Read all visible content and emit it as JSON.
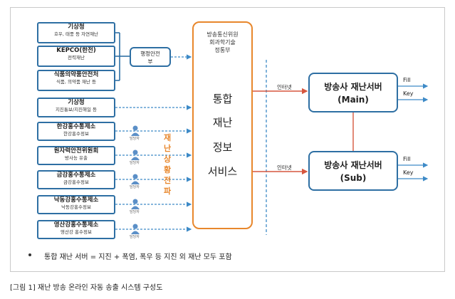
{
  "sources": [
    {
      "title": "기상청",
      "sub": "호우, 태풍 등 자연재난"
    },
    {
      "title": "KEPCO(한전)",
      "sub": "전력재난"
    },
    {
      "title": "식품의약품안전처",
      "sub": "식품, 의약품 재난 등"
    },
    {
      "title": "기상청",
      "sub": "지진통보/지진해일 등"
    },
    {
      "title": "한강홍수통제소",
      "sub": "한강홍수정보"
    },
    {
      "title": "원자력안전위원회",
      "sub": "방사능 유출"
    },
    {
      "title": "금강홍수통제소",
      "sub": "금강홍수정보"
    },
    {
      "title": "낙동강홍수통제소",
      "sub": "낙동강홍수정보"
    },
    {
      "title": "영산강홍수통제소",
      "sub": "영산강 홍수정보"
    }
  ],
  "admin_box": {
    "line1": "행정안전",
    "line2": "부"
  },
  "hub": {
    "top_line1": "방송통신위원",
    "top_line2": "회과학기술",
    "top_line3": "정통부",
    "lines": [
      "통합",
      "재난",
      "정보",
      "서비스"
    ]
  },
  "vertical_label": [
    "재",
    "난",
    "상",
    "황",
    "전",
    "파"
  ],
  "worker_label": "담당자",
  "internet_label": "인터넷",
  "servers": [
    {
      "title": "방송사 재난서버",
      "sub": "(Main)"
    },
    {
      "title": "방송사 재난서버",
      "sub": "(Sub)"
    }
  ],
  "outputs": [
    "Fill",
    "Key"
  ],
  "note": "통합 재난 서버 = 지진 + 폭염, 폭우 등 지진 외 재난 모두 포함",
  "caption": "[그림 1] 재난 방송 온라인 자동 송출 시스템 구성도",
  "colors": {
    "blue": "#2e6fa3",
    "orange": "#e8872c",
    "red": "#d6573f",
    "dash": "#3d8ac7"
  }
}
